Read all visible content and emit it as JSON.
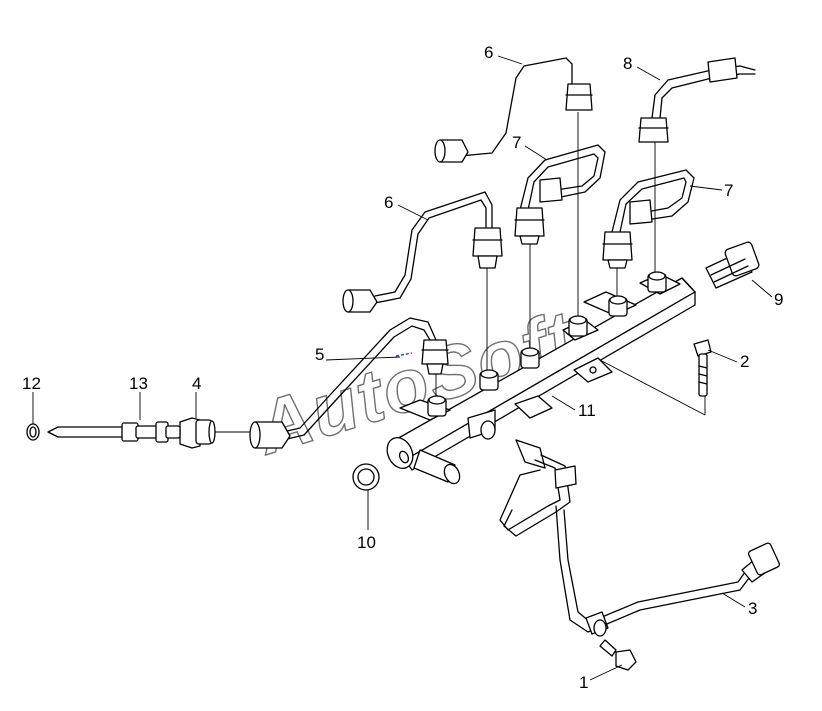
{
  "watermark": "AutoSoft",
  "callouts": [
    "1",
    "2",
    "3",
    "4",
    "5",
    "6",
    "6",
    "7",
    "7",
    "8",
    "9",
    "10",
    "11",
    "12",
    "13"
  ],
  "colors": {
    "line": "#000000",
    "background": "#ffffff",
    "watermark": "#707070",
    "accent_mark": "#2a3fd6"
  }
}
